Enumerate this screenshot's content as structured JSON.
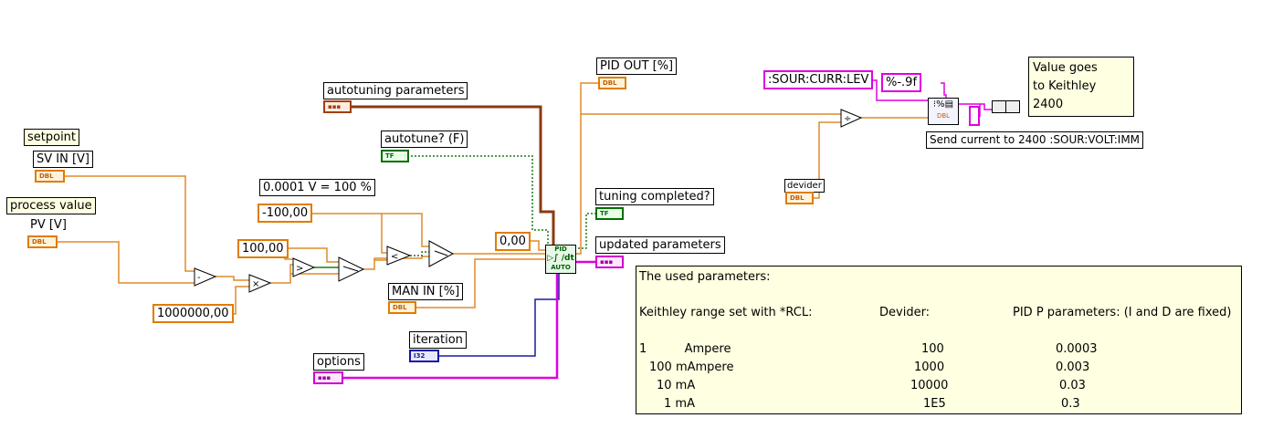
{
  "labels": {
    "setpoint": "setpoint",
    "sv_in": "SV IN [V]",
    "process_value": "process value",
    "pv": "PV [V]",
    "autotuning_parameters": "autotuning parameters",
    "autotune": "autotune? (F)",
    "scale_note": "0.0001 V = 100 %",
    "pid_out": "PID OUT [%]",
    "tuning_completed": "tuning completed?",
    "updated_parameters": "updated parameters",
    "man_in": "MAN IN [%]",
    "iteration": "iteration",
    "options": "options",
    "devider": "devider",
    "send_current": "Send current to 2400 :SOUR:VOLT:IMM",
    "value_goes": "Value goes to Keithley 2400",
    "value_goes_line1": "Value goes",
    "value_goes_line2": "to Keithley 2400"
  },
  "constants": {
    "minus100": "-100,00",
    "plus100": "100,00",
    "zero": "0,00",
    "million": "1000000,00",
    "sour_curr": ":SOUR:CURR:LEV",
    "format": "%-.9f"
  },
  "terminals": {
    "dbl": "DBL",
    "tf": "TF",
    "i32": "I32",
    "cluster": "▪▪▪"
  },
  "operators": {
    "subtract": "-",
    "multiply": "×",
    "divide": "÷",
    "greater": ">",
    "less": "<"
  },
  "pid_block": {
    "line1": "PID",
    "line2": "AUTO"
  },
  "note": {
    "title": "The used parameters:",
    "col1_header": "Keithley range set with *RCL:",
    "col2_header": "Devider:",
    "col3_header": "PID P parameters:  (I and D are fixed)",
    "rows": [
      {
        "range": "1          Ampere",
        "devider": "100",
        "p": "0.0003"
      },
      {
        "range": "100 mAmpere",
        "devider": "1000",
        "p": "0.003"
      },
      {
        "range": "10 mA",
        "devider": "10000",
        "p": "0.03"
      },
      {
        "range": "1 mA",
        "devider": "1E5",
        "p": "0.3"
      }
    ]
  },
  "colors": {
    "dbl_wire": "#e08a2a",
    "bool_wire": "#1a7a1a",
    "i32_wire": "#1a1aa0",
    "cluster_wire": "#e000e0",
    "autotune_cluster_wire": "#8b3a10",
    "note_bg": "#ffffe1"
  }
}
